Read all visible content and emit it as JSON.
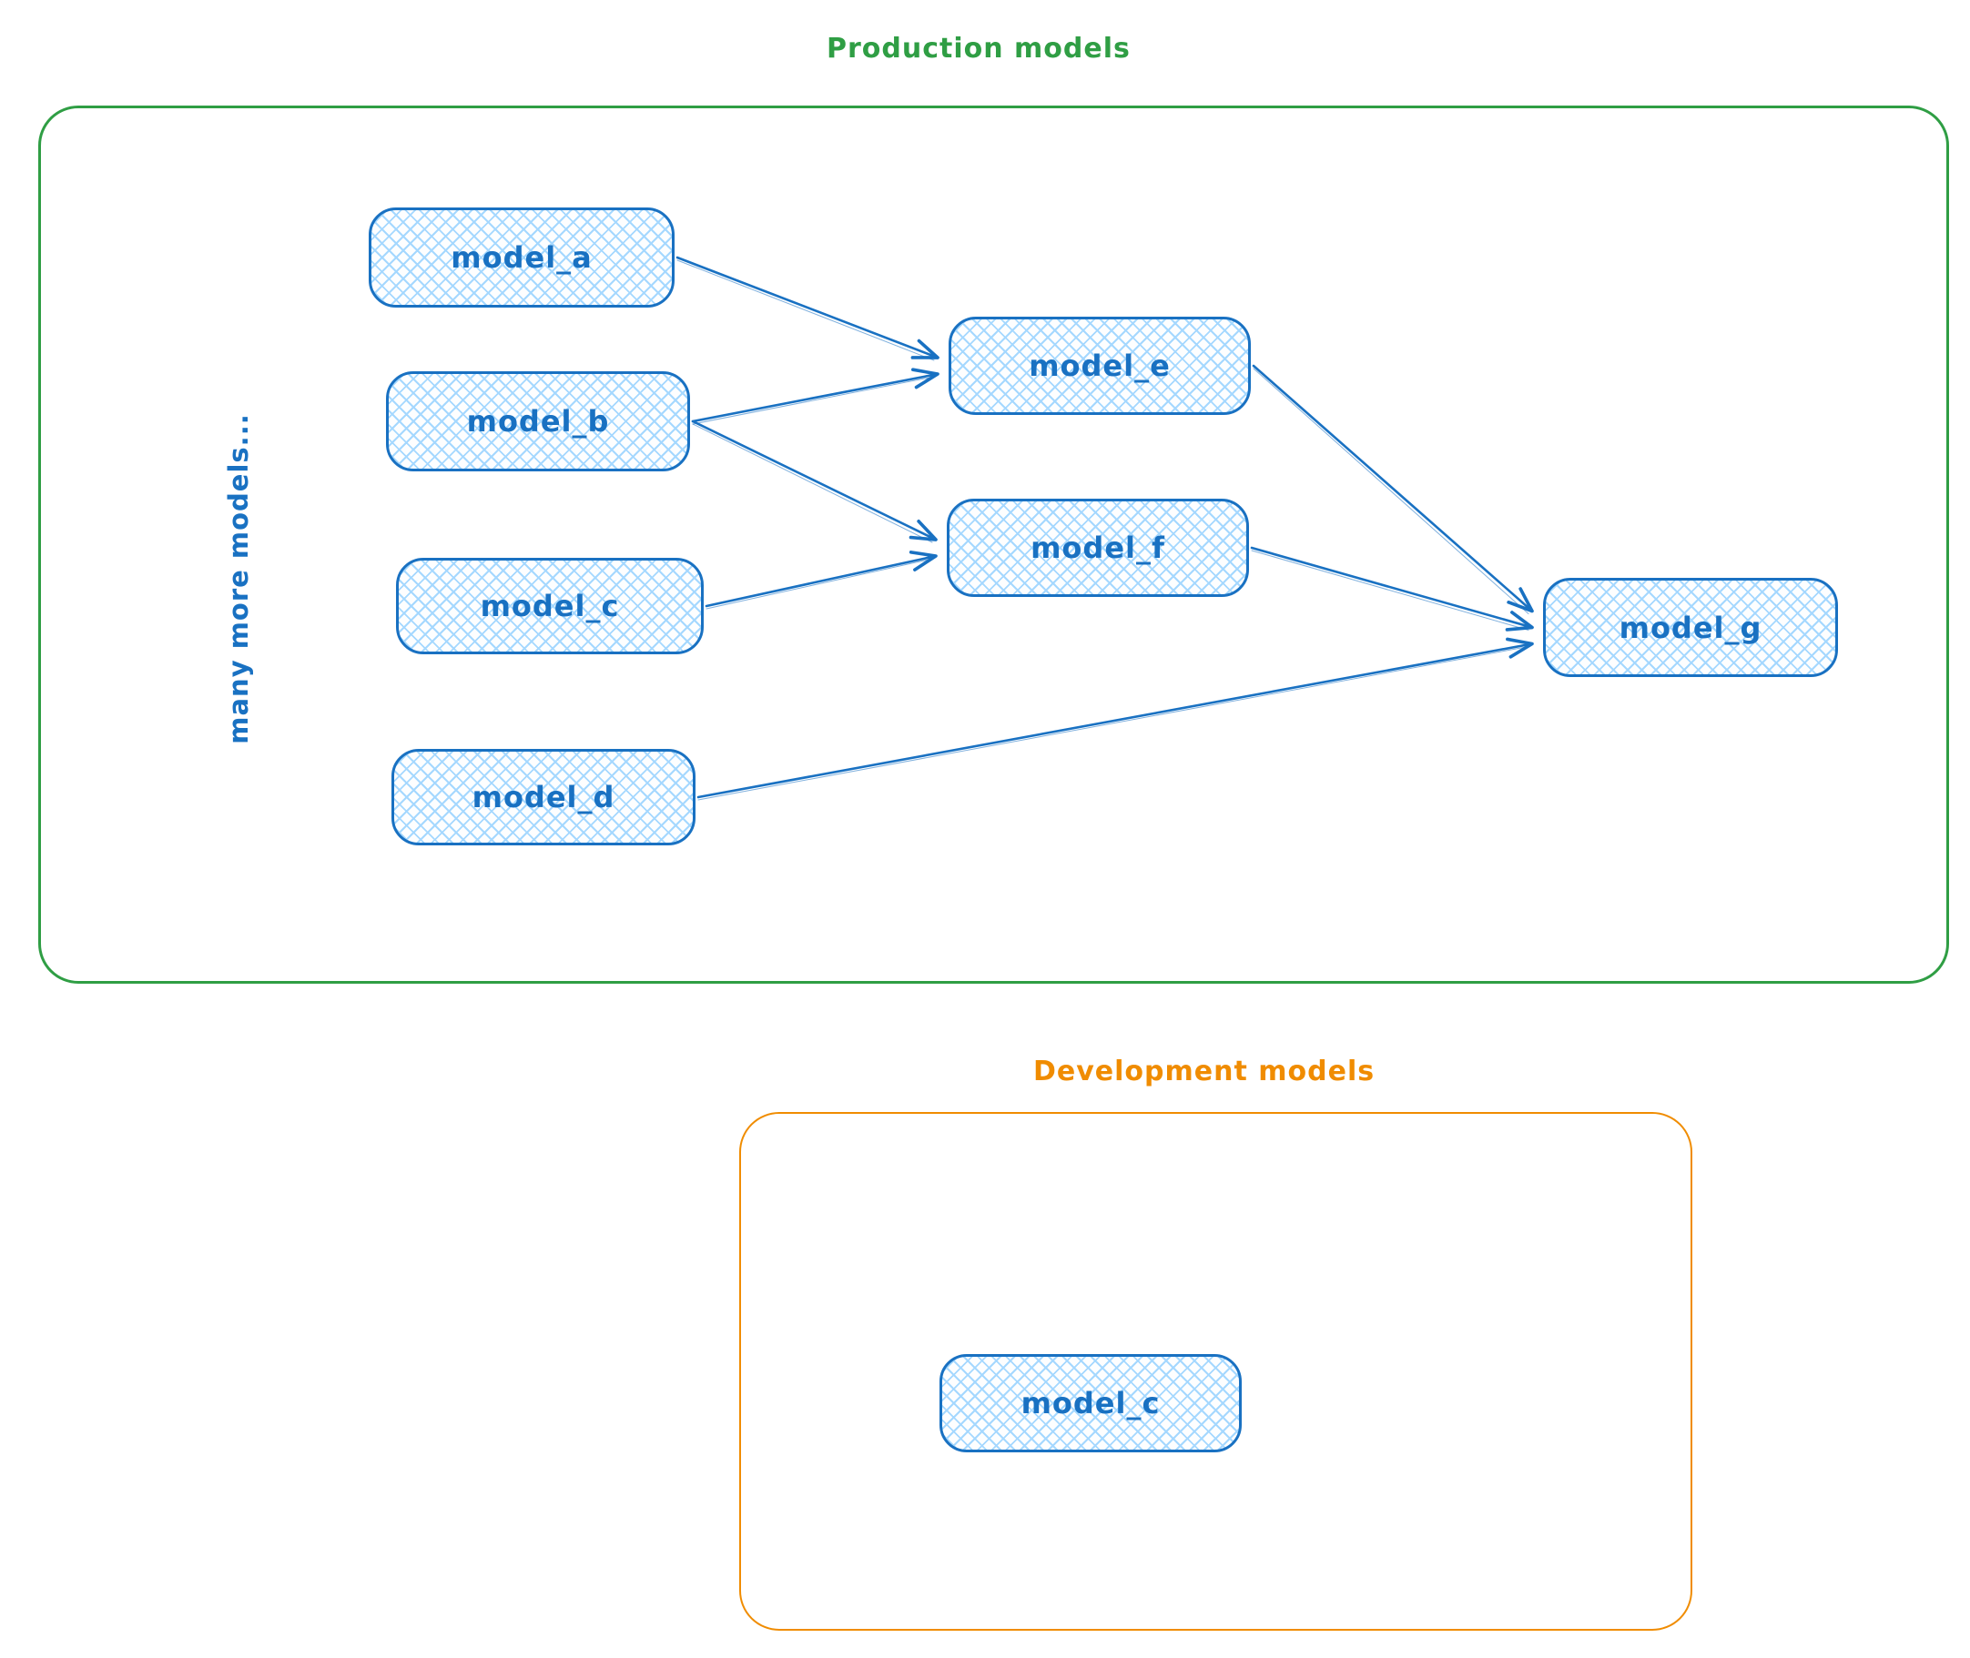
{
  "diagram": {
    "production": {
      "title": "Production models"
    },
    "development": {
      "title": "Development models"
    },
    "side_note": "many more models...",
    "nodes": {
      "model_a": {
        "label": "model_a"
      },
      "model_b": {
        "label": "model_b"
      },
      "model_c": {
        "label": "model_c"
      },
      "model_d": {
        "label": "model_d"
      },
      "model_e": {
        "label": "model_e"
      },
      "model_f": {
        "label": "model_f"
      },
      "model_g": {
        "label": "model_g"
      },
      "dev_model_c": {
        "label": "model_c"
      }
    },
    "edges": [
      {
        "from": "model_a",
        "to": "model_e"
      },
      {
        "from": "model_b",
        "to": "model_e"
      },
      {
        "from": "model_b",
        "to": "model_f"
      },
      {
        "from": "model_c",
        "to": "model_f"
      },
      {
        "from": "model_e",
        "to": "model_g"
      },
      {
        "from": "model_f",
        "to": "model_g"
      },
      {
        "from": "model_d",
        "to": "model_g"
      }
    ],
    "colors": {
      "production_border": "#2f9e44",
      "development_border": "#f08c00",
      "node_border": "#1971c2",
      "node_fill_hatch": "#a5d8ff",
      "node_text": "#1971c2"
    }
  }
}
